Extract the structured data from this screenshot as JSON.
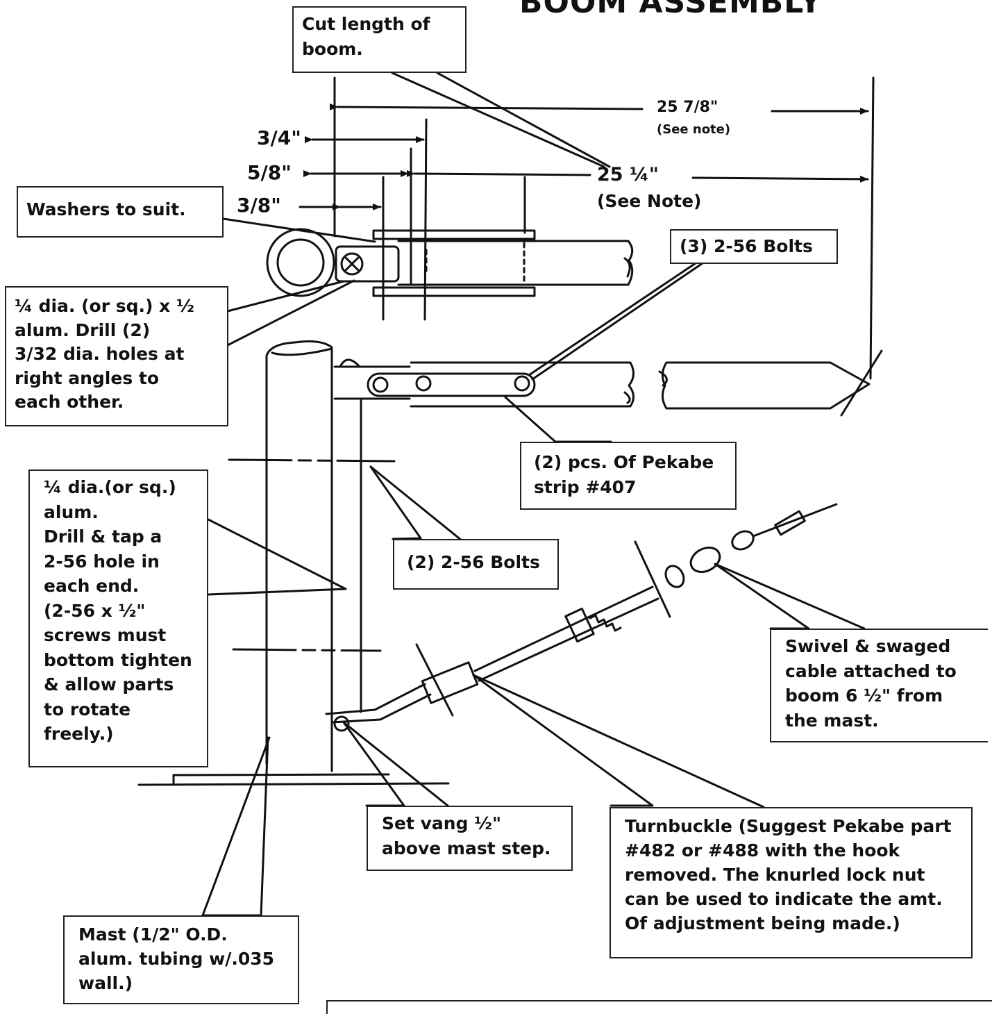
{
  "title": "BOOM ASSEMBLY",
  "callouts": {
    "cut_length": "Cut length of\nboom.",
    "washers": "Washers to suit.",
    "alum_block": "¼ dia. (or sq.) x ½\nalum.  Drill (2)\n3/32 dia. holes at\nright angles to\neach other.",
    "bolts_3": "(3) 2-56 Bolts",
    "pekabe_strip": "(2) pcs. Of Pekabe\nstrip #407",
    "alum_rod": "¼ dia.(or sq.)\nalum.\n  Drill & tap a\n2-56 hole in\neach end.\n (2-56 x ½\"\nscrews must\nbottom tighten\n& allow parts\nto rotate\nfreely.)",
    "bolts_2": "(2) 2-56 Bolts",
    "swivel": "Swivel & swaged\ncable attached to\nboom 6 ½\" from\nthe mast.",
    "set_vang": "Set vang ½\"\nabove mast step.",
    "turnbuckle": "Turnbuckle (Suggest Pekabe part\n#482 or #488 with the hook\nremoved. The knurled lock nut\ncan be used to indicate the amt.\nOf adjustment being made.)",
    "mast": "Mast (1/2\" O.D.\nalum. tubing w/.035\nwall.)"
  },
  "dimensions": {
    "overall": "25  7/8\"",
    "overall_note": "(See note)",
    "cut": "25 ¼\"",
    "cut_note": "(See Note)",
    "d34": "3/4\"",
    "d58": "5/8\"",
    "d38": "3/8\""
  }
}
